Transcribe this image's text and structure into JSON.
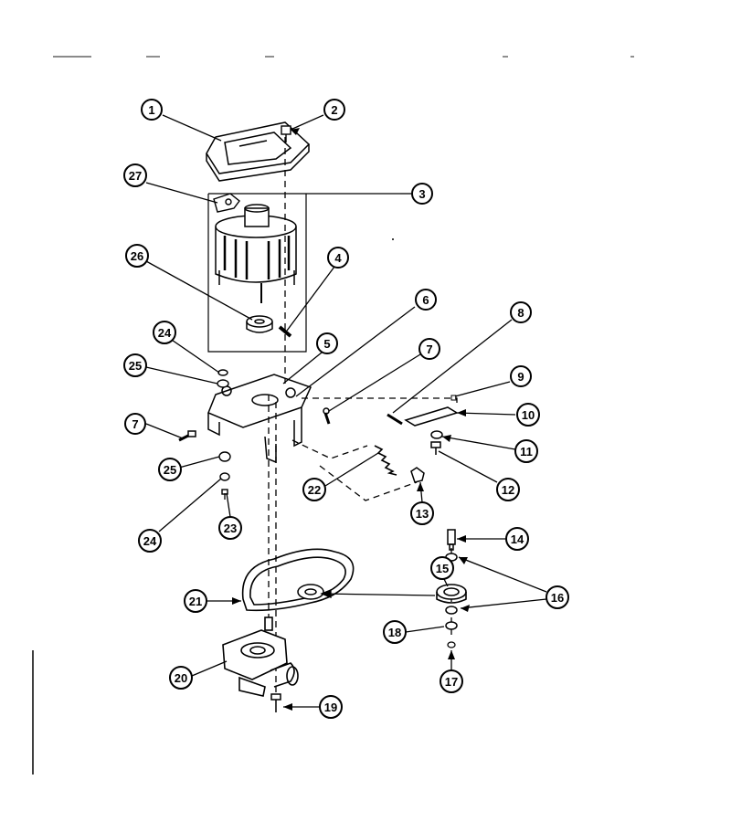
{
  "diagram": {
    "header_fragments": [
      "",
      ""
    ],
    "callouts": [
      {
        "id": "c1",
        "label": "1"
      },
      {
        "id": "c2",
        "label": "2"
      },
      {
        "id": "c3",
        "label": "3"
      },
      {
        "id": "c4",
        "label": "4"
      },
      {
        "id": "c5",
        "label": "5"
      },
      {
        "id": "c6",
        "label": "6"
      },
      {
        "id": "c7a",
        "label": "7"
      },
      {
        "id": "c7b",
        "label": "7"
      },
      {
        "id": "c8",
        "label": "8"
      },
      {
        "id": "c9",
        "label": "9"
      },
      {
        "id": "c10",
        "label": "10"
      },
      {
        "id": "c11",
        "label": "11"
      },
      {
        "id": "c12",
        "label": "12"
      },
      {
        "id": "c13",
        "label": "13"
      },
      {
        "id": "c14",
        "label": "14"
      },
      {
        "id": "c15",
        "label": "15"
      },
      {
        "id": "c16",
        "label": "16"
      },
      {
        "id": "c17",
        "label": "17"
      },
      {
        "id": "c18",
        "label": "18"
      },
      {
        "id": "c19",
        "label": "19"
      },
      {
        "id": "c20",
        "label": "20"
      },
      {
        "id": "c21",
        "label": "21"
      },
      {
        "id": "c22",
        "label": "22"
      },
      {
        "id": "c23",
        "label": "23"
      },
      {
        "id": "c24a",
        "label": "24"
      },
      {
        "id": "c24b",
        "label": "24"
      },
      {
        "id": "c25a",
        "label": "25"
      },
      {
        "id": "c25b",
        "label": "25"
      },
      {
        "id": "c26",
        "label": "26"
      },
      {
        "id": "c27",
        "label": "27"
      }
    ]
  }
}
